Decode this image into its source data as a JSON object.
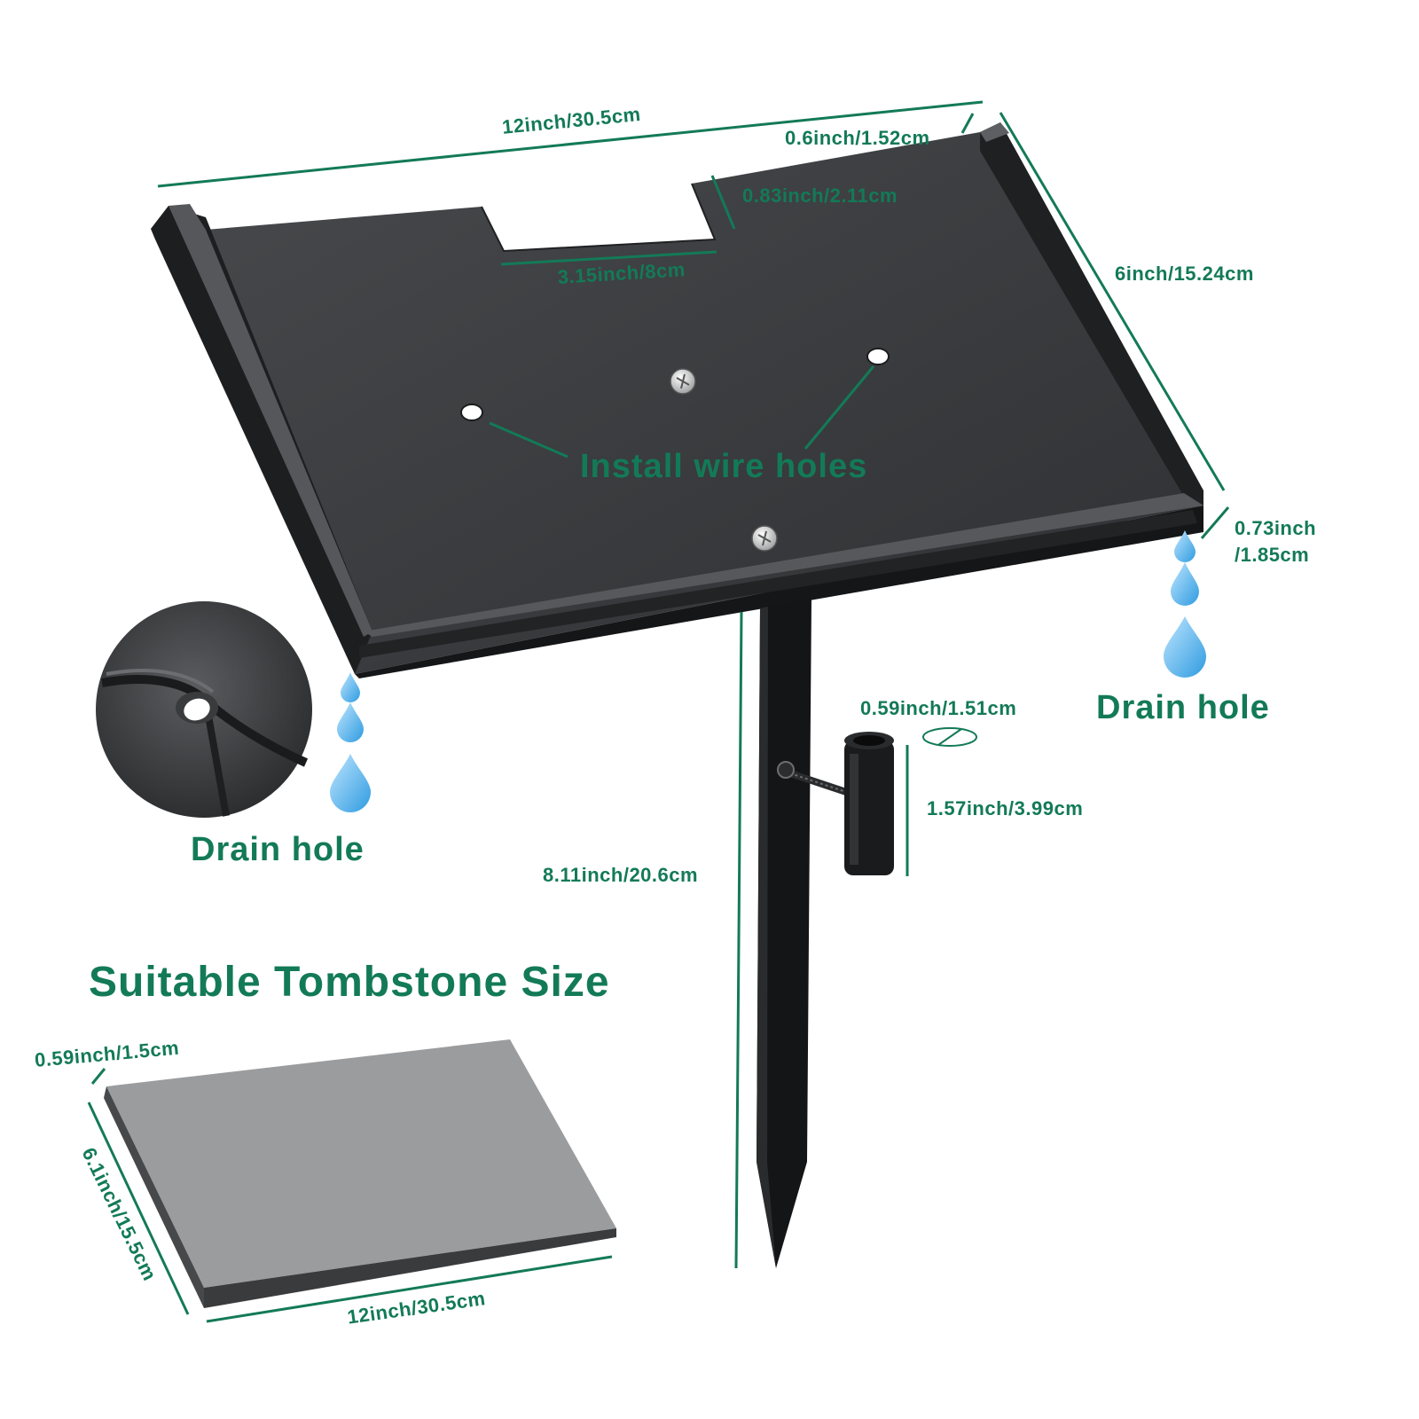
{
  "colors": {
    "accent": "#137a57",
    "tray_metal": "#3b3d40",
    "tray_edge": "#1c1d1f",
    "stake": "#151618",
    "tombstone_face": "#9b9c9e",
    "tombstone_side": "#3e3f41",
    "water_drop": "#5cb8ee"
  },
  "labels": {
    "tray_width": "12inch/30.5cm",
    "rim_height": "0.6inch/1.52cm",
    "notch_depth": "0.83inch/2.11cm",
    "notch_width": "3.15inch/8cm",
    "tray_depth": "6inch/15.24cm",
    "front_lip_line1": "0.73inch",
    "front_lip_line2": "/1.85cm",
    "install_holes": "Install wire holes",
    "drain_hole_right": "Drain hole",
    "drain_hole_left": "Drain hole",
    "tube_diameter": "0.59inch/1.51cm",
    "tube_height": "1.57inch/3.99cm",
    "stake_length": "8.11inch/20.6cm",
    "tombstone_title": "Suitable Tombstone Size",
    "tombstone_thickness": "0.59inch/1.5cm",
    "tombstone_depth": "6.1inch/15.5cm",
    "tombstone_width": "12inch/30.5cm"
  },
  "icons": {
    "drop": "water-drop-icon",
    "screw": "screw-icon",
    "diameter": "diameter-icon"
  }
}
